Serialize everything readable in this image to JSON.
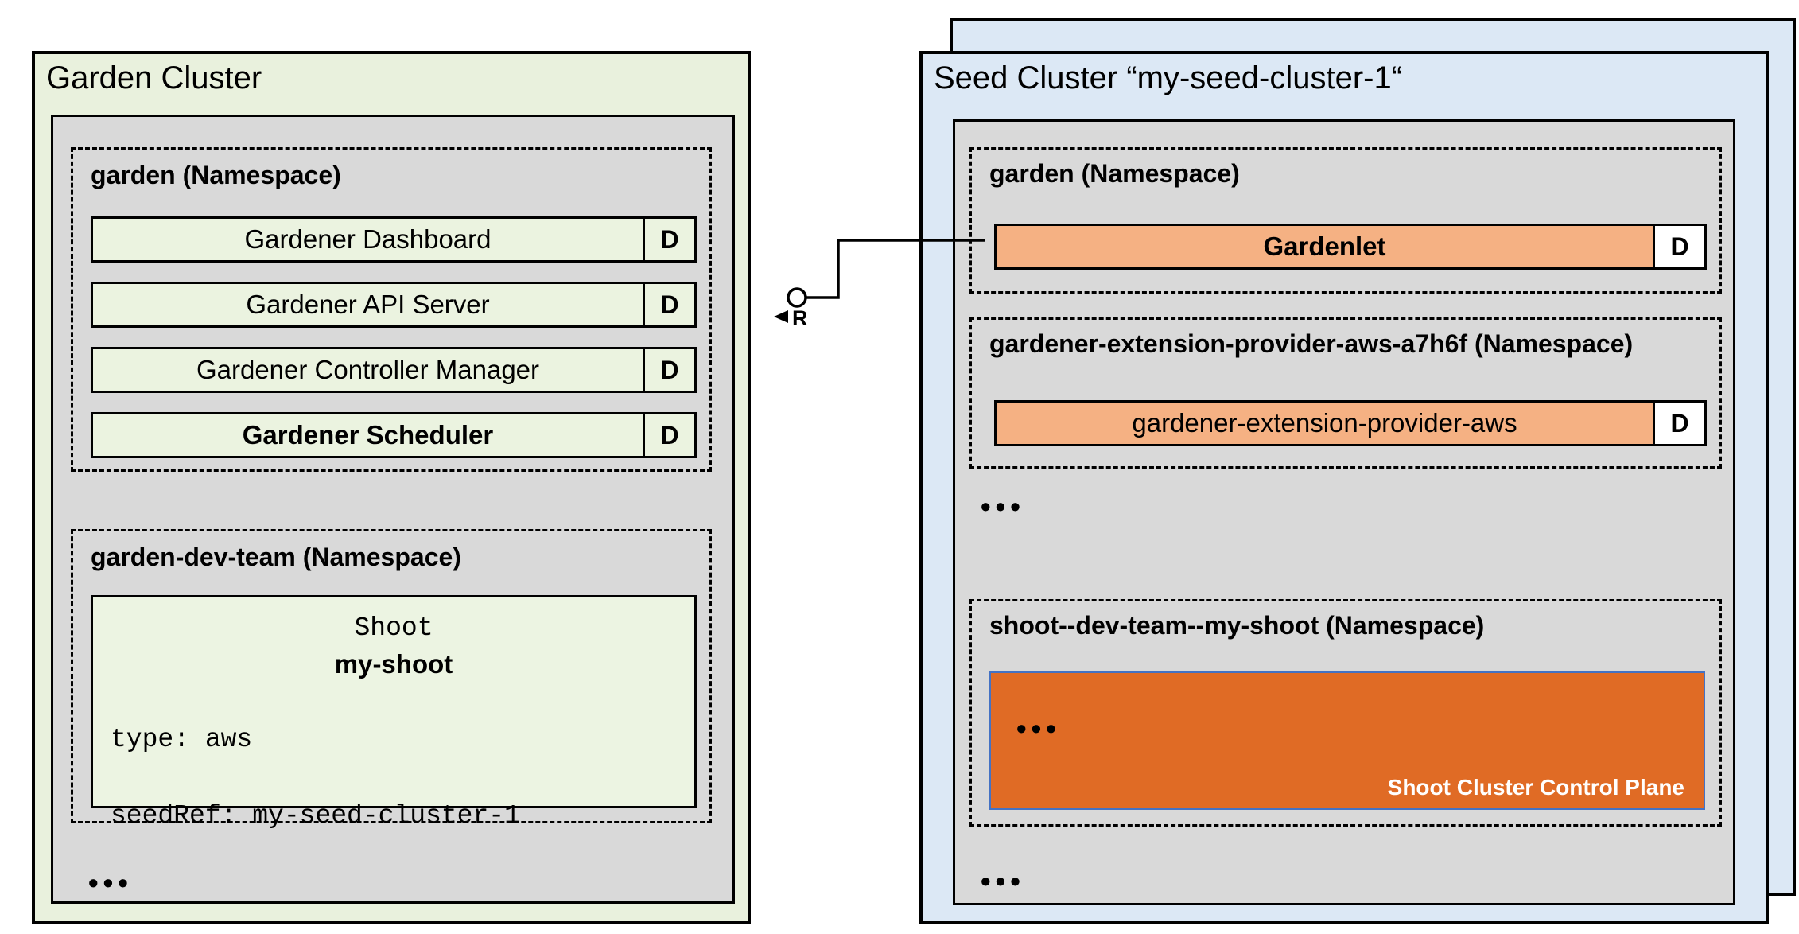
{
  "garden_cluster": {
    "title": "Garden Cluster",
    "garden_namespace": {
      "title": "garden (Namespace)",
      "components": [
        {
          "label": "Gardener Dashboard",
          "badge": "D"
        },
        {
          "label": "Gardener API Server",
          "badge": "D"
        },
        {
          "label": "Gardener Controller Manager",
          "badge": "D"
        },
        {
          "label": "Gardener Scheduler",
          "badge": "D"
        }
      ]
    },
    "dev_namespace": {
      "title": "garden-dev-team (Namespace)",
      "shoot": {
        "kind": "Shoot",
        "name": "my-shoot",
        "spec_line_1": "type: aws",
        "spec_line_2": "seedRef: my-seed-cluster-1"
      }
    },
    "ellipsis": "•••"
  },
  "connector": {
    "label": "R"
  },
  "seed_cluster": {
    "title": "Seed Cluster “my-seed-cluster-1“",
    "garden_namespace": {
      "title": "garden (Namespace)",
      "component": {
        "label": "Gardenlet",
        "badge": "D"
      }
    },
    "extension_namespace": {
      "title": "gardener-extension-provider-aws-a7h6f (Namespace)",
      "component": {
        "label": "gardener-extension-provider-aws",
        "badge": "D"
      }
    },
    "ellipsis_1": "•••",
    "shoot_namespace": {
      "title": "shoot--dev-team--my-shoot (Namespace)",
      "control_plane": {
        "ellipsis": "•••",
        "label": "Shoot Cluster Control Plane"
      }
    },
    "ellipsis_2": "•••"
  },
  "colors": {
    "garden_cluster_fill": "#e9f1dd",
    "seed_cluster_fill": "#dce8f5",
    "namespace_container_fill": "#d9d9d9",
    "component_green": "#ebf3e0",
    "component_orange": "#f5b183",
    "control_plane_orange": "#e06b25",
    "control_plane_border": "#4472c4",
    "line_color": "#000000"
  }
}
